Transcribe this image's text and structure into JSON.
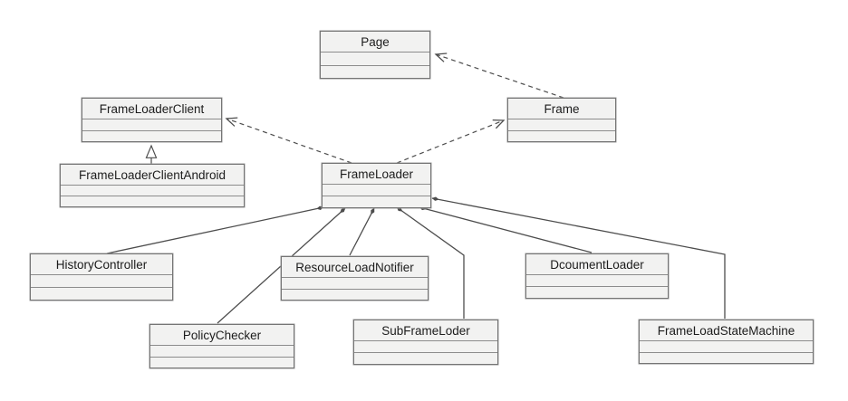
{
  "diagram": {
    "kind": "uml-class-diagram",
    "classes": {
      "page": {
        "name": "Page"
      },
      "frame": {
        "name": "Frame"
      },
      "frame_loader_client": {
        "name": "FrameLoaderClient"
      },
      "frame_loader_client_android": {
        "name": "FrameLoaderClientAndroid"
      },
      "frame_loader": {
        "name": "FrameLoader"
      },
      "history_controller": {
        "name": "HistoryController"
      },
      "resource_load_notifier": {
        "name": "ResourceLoadNotifier"
      },
      "dcoument_loader": {
        "name": "DcoumentLoader"
      },
      "policy_checker": {
        "name": "PolicyChecker"
      },
      "sub_frame_loder": {
        "name": "SubFrameLoder"
      },
      "frame_load_state_machine": {
        "name": "FrameLoadStateMachine"
      }
    },
    "relationships": [
      {
        "from": "Frame",
        "to": "Page",
        "type": "dependency",
        "line": "dashed-open-arrow"
      },
      {
        "from": "FrameLoader",
        "to": "FrameLoaderClient",
        "type": "dependency",
        "line": "dashed-open-arrow"
      },
      {
        "from": "FrameLoader",
        "to": "Frame",
        "type": "dependency",
        "line": "dashed-open-arrow"
      },
      {
        "from": "FrameLoaderClientAndroid",
        "to": "FrameLoaderClient",
        "type": "generalization",
        "line": "solid-hollow-triangle"
      },
      {
        "from": "FrameLoader",
        "to": "HistoryController",
        "type": "composition",
        "line": "solid-filled-diamond"
      },
      {
        "from": "FrameLoader",
        "to": "PolicyChecker",
        "type": "composition",
        "line": "solid-filled-diamond"
      },
      {
        "from": "FrameLoader",
        "to": "ResourceLoadNotifier",
        "type": "composition",
        "line": "solid-filled-diamond"
      },
      {
        "from": "FrameLoader",
        "to": "SubFrameLoder",
        "type": "composition",
        "line": "solid-filled-diamond"
      },
      {
        "from": "FrameLoader",
        "to": "DcoumentLoader",
        "type": "composition",
        "line": "solid-filled-diamond"
      },
      {
        "from": "FrameLoader",
        "to": "FrameLoadStateMachine",
        "type": "composition",
        "line": "solid-filled-diamond"
      }
    ],
    "colors": {
      "box_fill": "#f2f2f1",
      "box_border": "#757575",
      "line": "#4d4d4d",
      "background": "#ffffff",
      "text": "#1c1c1c"
    }
  }
}
